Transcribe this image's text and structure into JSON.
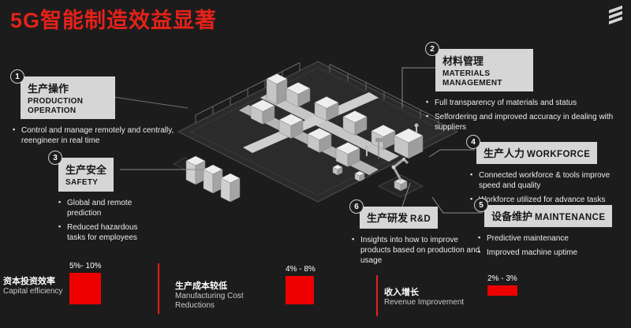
{
  "slide": {
    "title": "5G智能制造效益显著",
    "brand_icon": "ericsson-logo"
  },
  "colors": {
    "background": "#1c1c1c",
    "accent_red": "#e32219",
    "metric_red": "#ee0000",
    "label_bg": "#d6d6d6"
  },
  "callouts": [
    {
      "number": "1",
      "title_zh": "生产操作",
      "title_en": "PRODUCTION OPERATION",
      "bullets": [
        "Control and manage remotely and centrally, reengineer in real time"
      ]
    },
    {
      "number": "2",
      "title_zh": "材料管理",
      "title_en": "MATERIALS MANAGEMENT",
      "bullets": [
        "Full transparency of materials and status",
        "Selfordering and improved accuracy in dealing with suppliers"
      ]
    },
    {
      "number": "3",
      "title_zh": "生产安全",
      "title_en": "SAFETY",
      "bullets": [
        "Global and remote prediction",
        "Reduced hazardous tasks for employees"
      ]
    },
    {
      "number": "4",
      "title_zh": "生产人力",
      "title_en": "WORKFORCE",
      "bullets": [
        "Connected workforce & tools improve speed and quality",
        "Workforce utilized for advance tasks"
      ]
    },
    {
      "number": "5",
      "title_zh": "设备维护",
      "title_en": "MAINTENANCE",
      "bullets": [
        "Predictive maintenance",
        "Improved machine uptime"
      ]
    },
    {
      "number": "6",
      "title_zh": "生产研发",
      "title_en": "R&D",
      "bullets": [
        "Insights into how to improve products based on production and usage"
      ]
    }
  ],
  "metrics": [
    {
      "label_zh": "资本投资效率",
      "label_en": "Capital efficiency",
      "value": "5%- 10%"
    },
    {
      "label_zh": "生产成本较低",
      "label_en": "Manufacturing Cost Reductions",
      "value": "4% - 8%"
    },
    {
      "label_zh": "收入增长",
      "label_en": "Revenue Improvement",
      "value": "2% - 3%"
    }
  ]
}
